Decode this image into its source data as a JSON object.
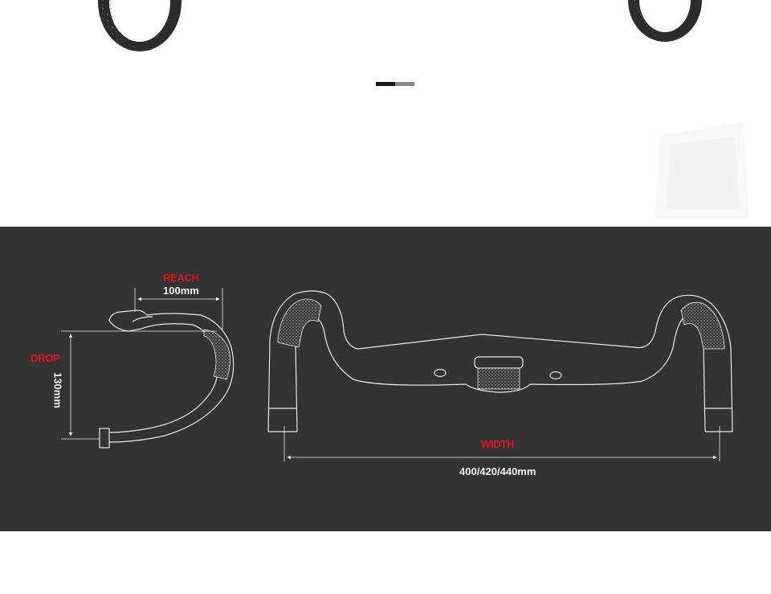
{
  "colors": {
    "panel_background": "#333333",
    "line": "#e8e8e8",
    "accent_red": "#e0141b",
    "label_white": "#f2f2f2",
    "tire": "#2c2c2c"
  },
  "carousel": {
    "slide_count": 2,
    "active_index": 0
  },
  "spec": {
    "reach": {
      "title": "REACH",
      "value": "100mm"
    },
    "drop": {
      "title": "DROP",
      "value": "130mm"
    },
    "width": {
      "title": "WIDTH",
      "value": "400/420/440mm"
    }
  }
}
